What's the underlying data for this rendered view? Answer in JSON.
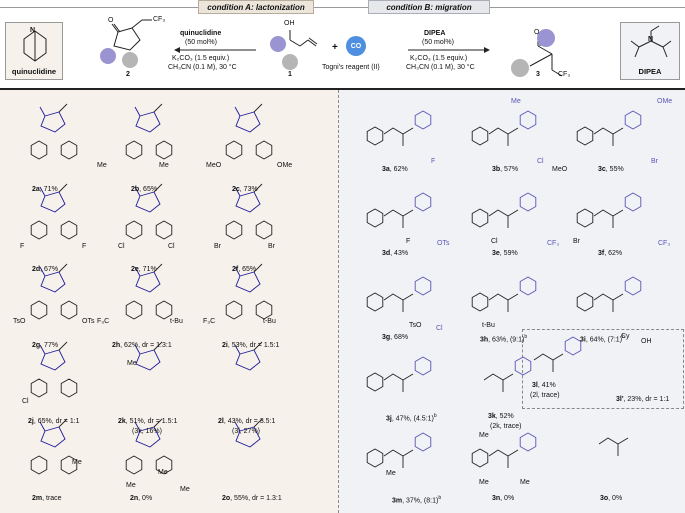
{
  "header": {
    "condition_a": "condition A: lactonization",
    "condition_b": "condition B: migration"
  },
  "scheme": {
    "reagent_a_name": "quinuclidine",
    "reagent_a_load": "(50 mol%)",
    "reagent_a_base": "K₂CO₃ (1.5 equiv.)",
    "reagent_a_solv": "CH₃CN (0.1 M), 30 °C",
    "reagent_b_name": "DIPEA",
    "reagent_b_load": "(50 mol%)",
    "reagent_b_base": "K₂CO₃ (1.5 equiv.)",
    "reagent_b_solv": "CH₃CN (0.1 M), 30 °C",
    "togni": "Togni's reagent (II)",
    "plus": "+",
    "co": "CO",
    "cf3": "CF₃",
    "oh": "OH",
    "o": "O",
    "num_1": "1",
    "num_2": "2",
    "num_3": "3",
    "quinuclidine_box": "quinuclidine",
    "dipea_box": "DIPEA",
    "n": "N"
  },
  "products_a": [
    {
      "id": "2a",
      "text": ", 71%"
    },
    {
      "id": "2b",
      "text": ", 65%"
    },
    {
      "id": "2c",
      "text": ", 73%"
    },
    {
      "id": "2d",
      "text": ", 67%"
    },
    {
      "id": "2e",
      "text": ", 71%"
    },
    {
      "id": "2f",
      "text": ", 65%"
    },
    {
      "id": "2g",
      "text": ", 77%"
    },
    {
      "id": "2h",
      "text": ", 62%, dr = 1.3:1"
    },
    {
      "id": "2i",
      "text": ", 53%, dr = 1.5:1"
    },
    {
      "id": "2j",
      "text": ", 65%, dr = 1:1"
    },
    {
      "id": "2k",
      "text": ", 51%, dr = 1.5:1"
    },
    {
      "id": "2l",
      "text": ", 43%, dr = 3.5:1"
    },
    {
      "id": "2m",
      "text": ", trace"
    },
    {
      "id": "2n",
      "text": ", 0%"
    },
    {
      "id": "2o",
      "text": ", 55%, dr = 1.3:1"
    }
  ],
  "products_a_extra": [
    {
      "text": "(3k, 16%)"
    },
    {
      "text": "(3l, 27%)"
    }
  ],
  "products_b": [
    {
      "id": "3a",
      "text": ", 62%"
    },
    {
      "id": "3b",
      "text": ", 57%"
    },
    {
      "id": "3c",
      "text": ", 55%"
    },
    {
      "id": "3d",
      "text": ", 43%"
    },
    {
      "id": "3e",
      "text": ", 59%"
    },
    {
      "id": "3f",
      "text": ", 62%"
    },
    {
      "id": "3g",
      "text": ", 68%"
    },
    {
      "id": "3h",
      "text": ", 63%, (9:1)"
    },
    {
      "id": "3i",
      "text": ", 64%, (7:1)"
    },
    {
      "id": "3j",
      "text": ", 47%, (4.5:1)"
    },
    {
      "id": "3k",
      "text": ", 52%"
    },
    {
      "id": "3l",
      "text": ", 41%"
    },
    {
      "id": "3l'",
      "text": ", 23%, dr = 1:1"
    },
    {
      "id": "3m",
      "text": ", 37%, (8:1)"
    },
    {
      "id": "3n",
      "text": ", 0%"
    },
    {
      "id": "3o",
      "text": ", 0%"
    }
  ],
  "products_b_extra": [
    {
      "text": "(2k, trace)"
    },
    {
      "text": "(2l, trace)"
    }
  ],
  "superscript": "b",
  "substituents": {
    "me": "Me",
    "ome": "OMe",
    "meo": "MeO",
    "f": "F",
    "cl": "Cl",
    "br": "Br",
    "ots": "OTs",
    "tso": "TsO",
    "tbu": "t-Bu",
    "f3c": "F₃C",
    "cf3": "CF₃",
    "cy": "Cy",
    "oh": "OH"
  }
}
